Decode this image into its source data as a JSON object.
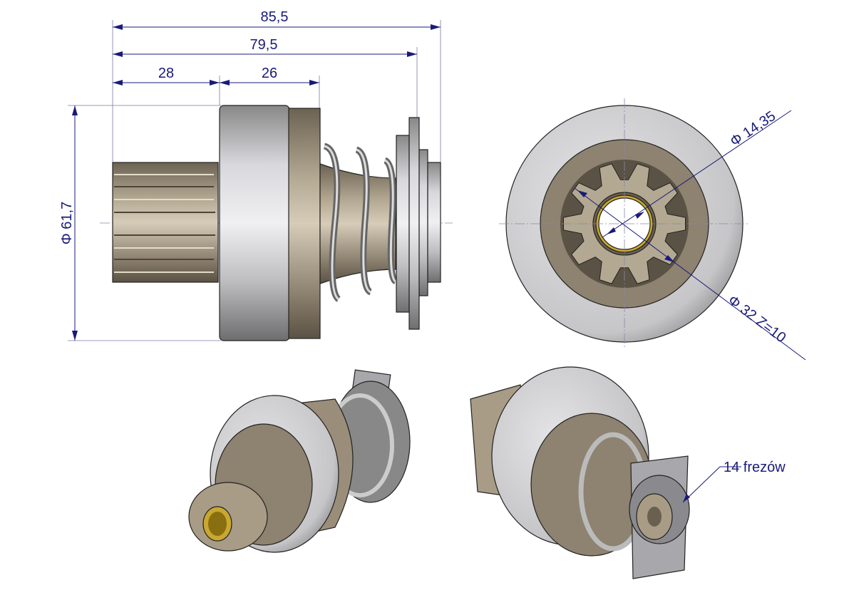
{
  "dimensions": {
    "overall_length": "85,5",
    "length_to_flange": "79,5",
    "pinion_length": "28",
    "clutch_length": "26",
    "outer_diameter": "Φ 61,7",
    "bore_diameter": "Φ 14,35",
    "pinion_diameter": "Φ 32  Z=10"
  },
  "annotations": {
    "splines": "14 frezów"
  },
  "colors": {
    "dimension": "#1a1a7a",
    "steel": "#b8b8bc",
    "bronze": "#8e8270",
    "brass": "#c8a830"
  }
}
